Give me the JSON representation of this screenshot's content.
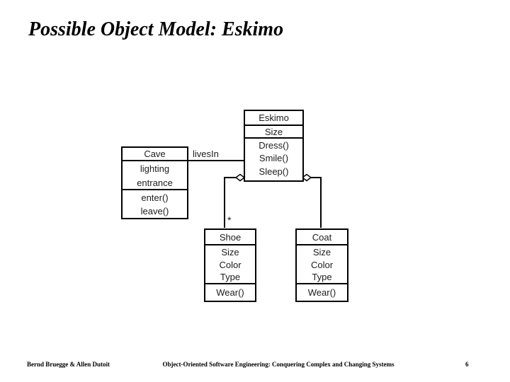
{
  "slide": {
    "title": "Possible Object Model: Eskimo",
    "footer": {
      "authors": "Bernd Bruegge & Allen Dutoit",
      "book_title": "Object-Oriented Software Engineering: Conquering Complex and Changing Systems",
      "page_number": "6"
    }
  },
  "diagram": {
    "classes": [
      {
        "name": "Cave",
        "attributes": [
          "lighting",
          "entrance"
        ],
        "operations": [
          "enter()",
          "leave()"
        ]
      },
      {
        "name": "Eskimo",
        "attributes": [
          "Size"
        ],
        "operations": [
          "Dress()",
          "Smile()",
          "Sleep()"
        ]
      },
      {
        "name": "Shoe",
        "attributes": [
          "Size",
          "Color",
          "Type"
        ],
        "operations": [
          "Wear()"
        ]
      },
      {
        "name": "Coat",
        "attributes": [
          "Size",
          "Color",
          "Type"
        ],
        "operations": [
          "Wear()"
        ]
      }
    ],
    "associations": [
      {
        "type": "association",
        "from": "Cave",
        "to": "Eskimo",
        "label": "livesIn"
      },
      {
        "type": "aggregation",
        "from": "Eskimo",
        "to": "Shoe",
        "multiplicity": "*"
      },
      {
        "type": "aggregation",
        "from": "Eskimo",
        "to": "Coat"
      }
    ],
    "colors": {
      "line": "#000000",
      "box_border": "#000000",
      "text": "#1c1c1c",
      "background": "#ffffff"
    }
  }
}
